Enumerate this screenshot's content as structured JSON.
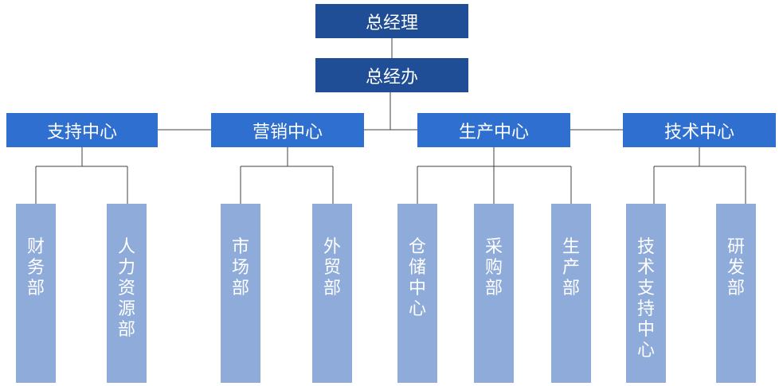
{
  "chart": {
    "general_manager": "总经理",
    "office": "总经办",
    "centers": [
      {
        "name": "支持中心",
        "departments": [
          "财务部",
          "人力资源部"
        ]
      },
      {
        "name": "营销中心",
        "departments": [
          "市场部",
          "外贸部"
        ]
      },
      {
        "name": "生产中心",
        "departments": [
          "仓储中心",
          "采购部",
          "生产部"
        ]
      },
      {
        "name": "技术中心",
        "departments": [
          "技术支持中心",
          "研发部"
        ]
      }
    ]
  },
  "colors": {
    "top": "#1f4e96",
    "center": "#2e6fcf",
    "department": "#8eabd9",
    "line": "#404040"
  }
}
